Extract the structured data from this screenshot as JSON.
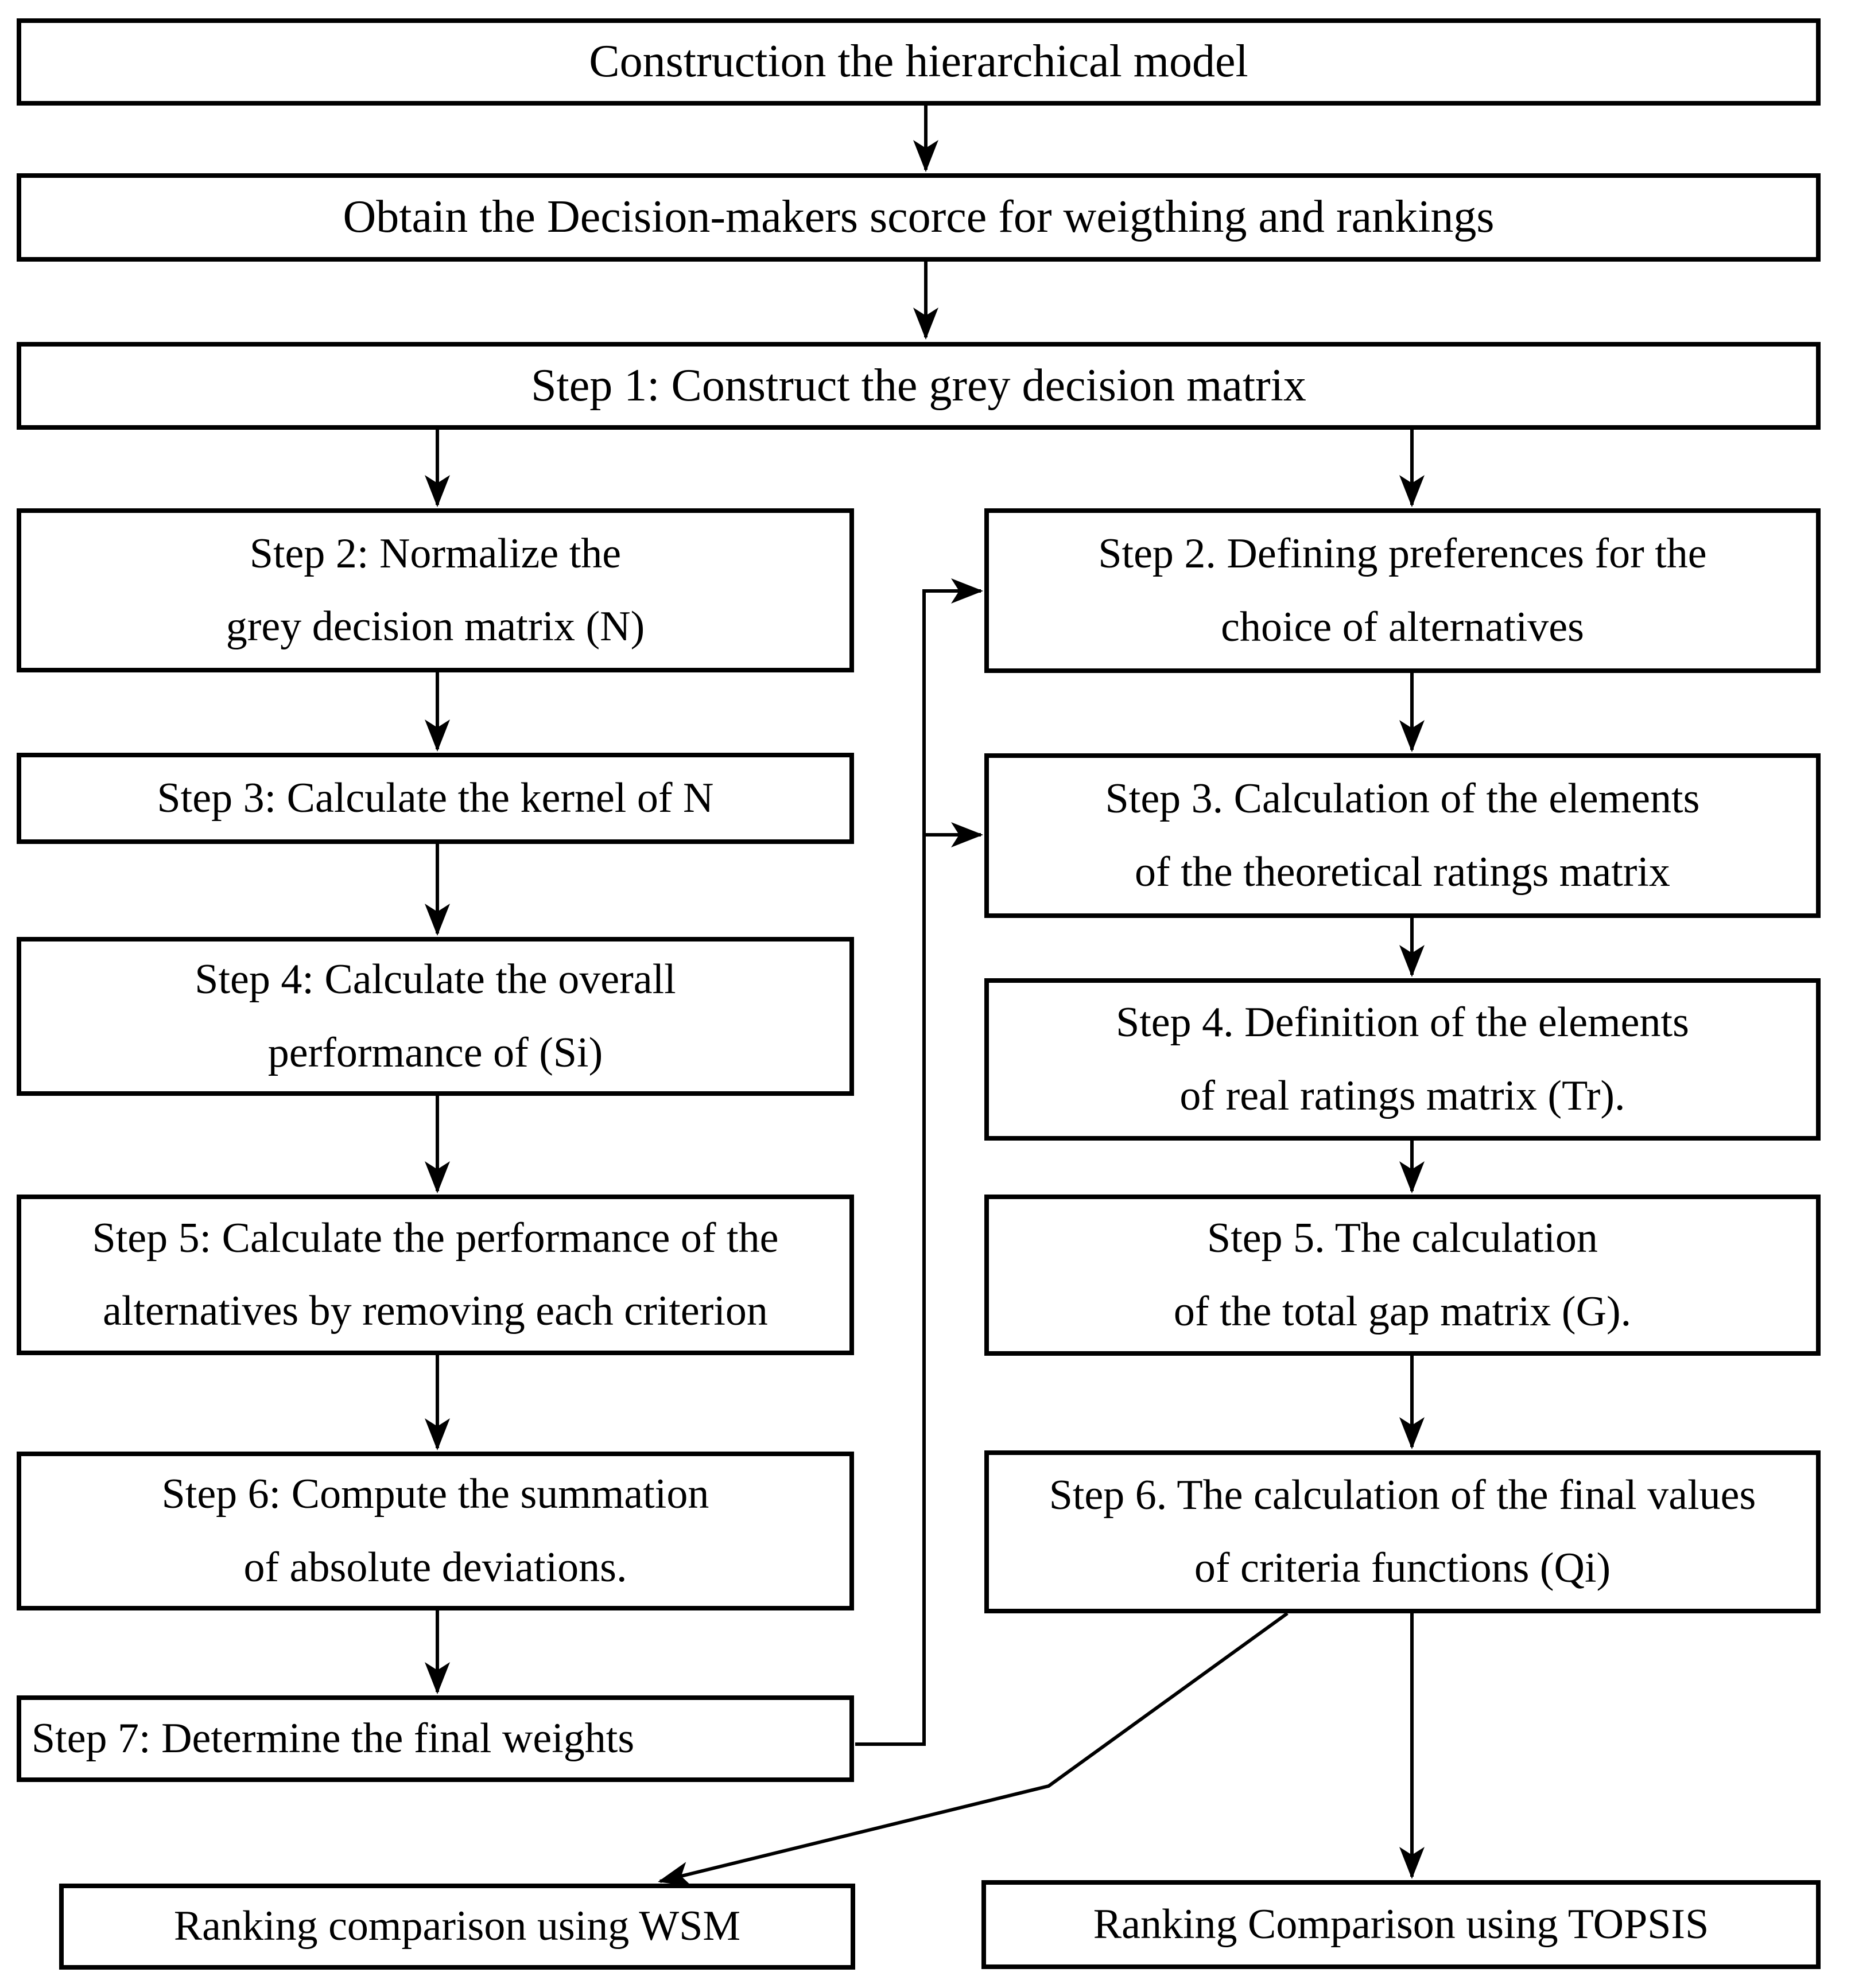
{
  "colors": {
    "ink": "#000000",
    "background": "#ffffff"
  },
  "flowchart": {
    "top_boxes": [
      {
        "lines": [
          "Construction the hierarchical model"
        ]
      },
      {
        "lines": [
          "Obtain the Decision-makers scorce for weigthing and rankings"
        ]
      },
      {
        "lines": [
          "Step 1: Construct the grey decision matrix"
        ]
      }
    ],
    "left_column": [
      {
        "lines": [
          "Step 2: Normalize the",
          "grey decision matrix (N)"
        ]
      },
      {
        "lines": [
          "Step 3:  Calculate the kernel of N"
        ]
      },
      {
        "lines": [
          "Step 4: Calculate the overall",
          "performance of (Si)"
        ]
      },
      {
        "lines": [
          "Step 5: Calculate the performance of the",
          "alternatives by removing each criterion"
        ]
      },
      {
        "lines": [
          "Step 6: Compute the summation",
          "of absolute deviations."
        ]
      },
      {
        "lines": [
          "Step 7: Determine the final weights"
        ]
      }
    ],
    "right_column": [
      {
        "lines": [
          "Step 2. Defining preferences for the",
          "choice of alternatives"
        ]
      },
      {
        "lines": [
          "Step 3. Calculation of the elements",
          "of the theoretical ratings matrix"
        ]
      },
      {
        "lines": [
          "Step 4. Definition of the elements",
          "of real ratings matrix (Tr)."
        ]
      },
      {
        "lines": [
          "Step 5. The calculation",
          "of the total gap matrix (G)."
        ]
      },
      {
        "lines": [
          "Step 6. The calculation of the final values",
          "of criteria functions (Qi)"
        ]
      }
    ],
    "bottom_boxes": [
      {
        "lines": [
          "Ranking comparison using WSM"
        ]
      },
      {
        "lines": [
          "Ranking Comparison using TOPSIS"
        ]
      }
    ]
  }
}
